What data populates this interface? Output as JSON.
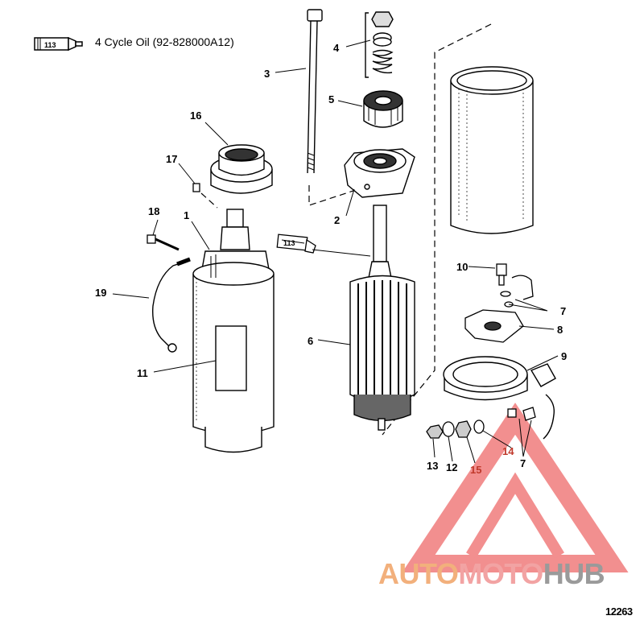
{
  "legend": {
    "tube_number": "113",
    "text": "4 Cycle Oil (92-828000A12)"
  },
  "parts": {
    "p1": "1",
    "p2": "2",
    "p3": "3",
    "p4": "4",
    "p5": "5",
    "p6": "6",
    "p7a": "7",
    "p7b": "7",
    "p8": "8",
    "p9": "9",
    "p10": "10",
    "p11": "11",
    "p12": "12",
    "p13": "13",
    "p14": "14",
    "p15": "15",
    "p16": "16",
    "p17": "17",
    "p18": "18",
    "p19": "19"
  },
  "lube_tube_label": "113",
  "drawing_number": "12263",
  "watermark": {
    "part1": "AUTO",
    "part2": "MOTO",
    "part3": "HUB"
  },
  "colors": {
    "line": "#000000",
    "watermark_red": "#ee6a6a",
    "watermark_orange": "#f2b07c",
    "watermark_gray": "#9a9a9a",
    "callout_red": "#c0392b"
  }
}
